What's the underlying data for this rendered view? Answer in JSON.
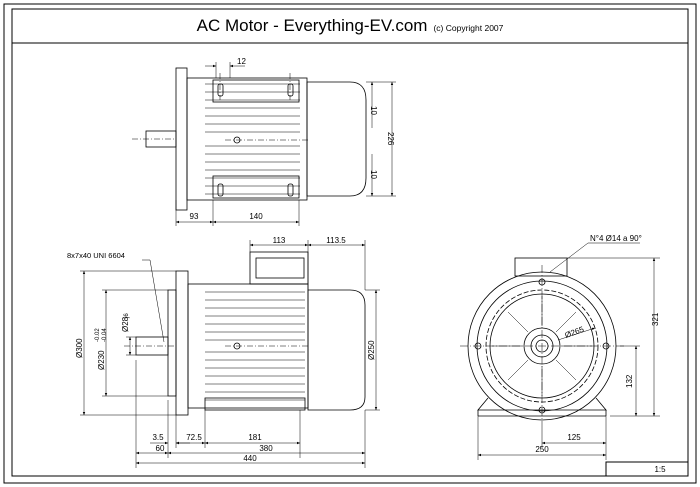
{
  "title_block": {
    "title": "AC Motor - Everything-EV.com",
    "copyright": "(c) Copyright 2007",
    "scale": "1:5"
  },
  "top_view": {
    "dims": {
      "top_offset": "12",
      "edge_top": "10",
      "edge_bottom": "10",
      "height": "226",
      "shaft_to_flange": "93",
      "foot_spacing": "140"
    }
  },
  "side_view": {
    "dims": {
      "box_width": "113",
      "box_to_end": "113.5",
      "key_spec": "8x7x40 UNI 6604",
      "flange_diameter": "Ø300",
      "spigot_diameter": "Ø230",
      "spigot_tol_upper": "-0.02",
      "spigot_tol_lower": "-0.04",
      "shaft_diameter": "Ø28",
      "shaft_tol": "j6",
      "body_diameter": "Ø250",
      "flange_thickness": "3.5",
      "shaft_length": "60",
      "flange_to_foot": "72.5",
      "body_length": "181",
      "motor_length": "380",
      "total_length": "440"
    }
  },
  "end_view": {
    "dims": {
      "holes": "N°4  Ø14 a 90°",
      "pcd": "Ø265",
      "overall_height": "321",
      "shaft_height": "132",
      "half_base": "125",
      "base_width": "250"
    }
  }
}
